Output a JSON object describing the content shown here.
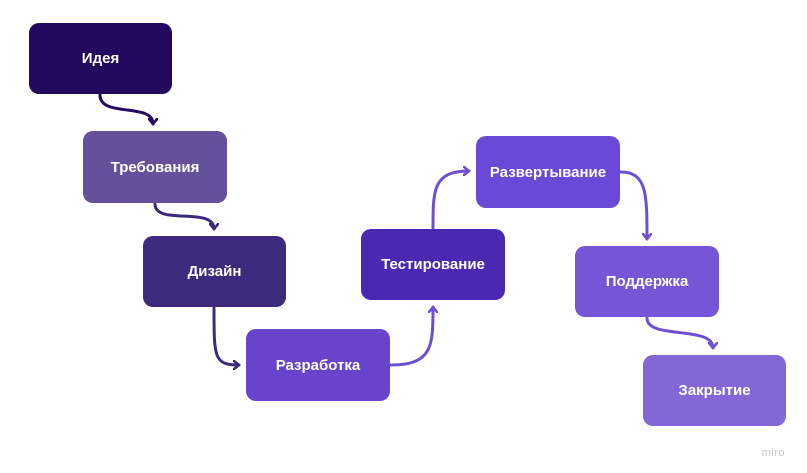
{
  "diagram": {
    "nodes": [
      {
        "id": "idea",
        "label": "Идея",
        "color": "#22085f"
      },
      {
        "id": "requirements",
        "label": "Требования",
        "color": "#65519b"
      },
      {
        "id": "design",
        "label": "Дизайн",
        "color": "#3d2a7c"
      },
      {
        "id": "development",
        "label": "Разработка",
        "color": "#6844cc"
      },
      {
        "id": "testing",
        "label": "Тестирование",
        "color": "#4b28b1"
      },
      {
        "id": "deployment",
        "label": "Развертывание",
        "color": "#6a48d8"
      },
      {
        "id": "support",
        "label": "Поддержка",
        "color": "#7656d6"
      },
      {
        "id": "closing",
        "label": "Закрытие",
        "color": "#8467d6"
      }
    ],
    "edges": [
      {
        "from": "idea",
        "to": "requirements",
        "color": "#22085f"
      },
      {
        "from": "requirements",
        "to": "design",
        "color": "#3d2a7c"
      },
      {
        "from": "design",
        "to": "development",
        "color": "#3d2a7c"
      },
      {
        "from": "development",
        "to": "testing",
        "color": "#6d50d2"
      },
      {
        "from": "testing",
        "to": "deployment",
        "color": "#6d50d2"
      },
      {
        "from": "deployment",
        "to": "support",
        "color": "#6d50d2"
      },
      {
        "from": "support",
        "to": "closing",
        "color": "#6d50d2"
      }
    ]
  },
  "watermark": "miro"
}
